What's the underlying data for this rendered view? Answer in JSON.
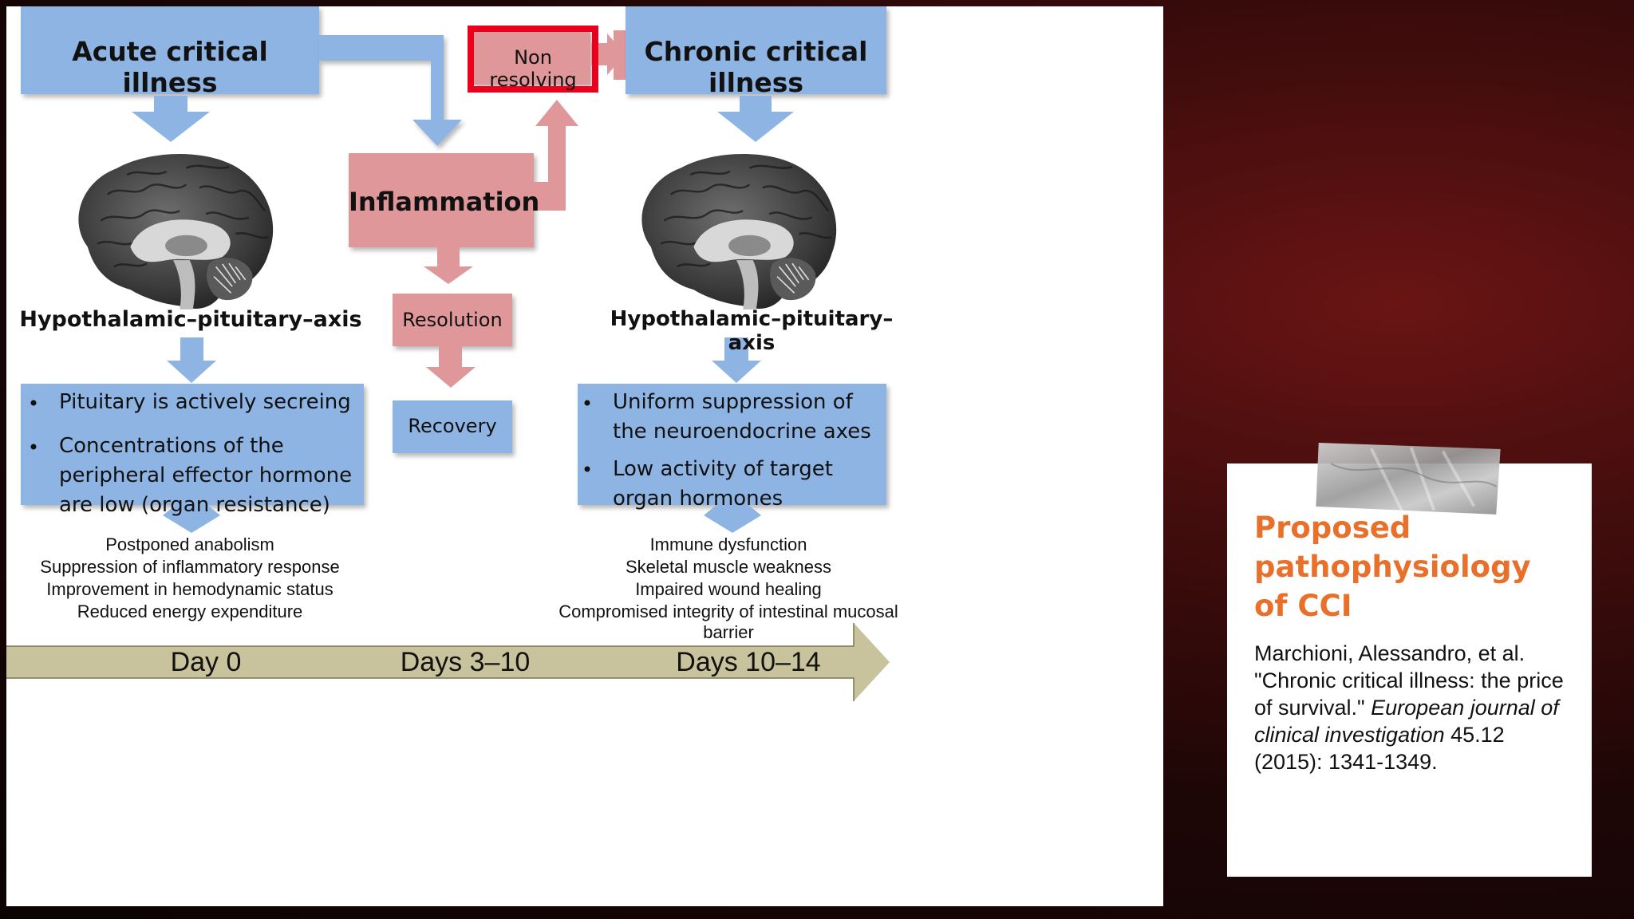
{
  "diagram": {
    "acute_title": "Acute critical illness",
    "chronic_title": "Chronic critical illness",
    "non_resolving": "Non resolving",
    "inflammation": "Inflammation",
    "resolution": "Resolution",
    "recovery": "Recovery",
    "hpa_left": "Hypothalamic–pituitary–axis",
    "hpa_right": "Hypothalamic–pituitary–axis",
    "left_bullets": [
      "Pituitary is actively secreing",
      "Concentrations of the peripheral effector hormone are low (organ resistance)"
    ],
    "right_bullets": [
      "Uniform suppression of the neuroendocrine axes",
      "Low activity of target organ hormones"
    ],
    "left_outcomes": [
      "Postponed anabolism",
      "Suppression of inflammatory response",
      "Improvement in hemodynamic status",
      "Reduced energy expenditure"
    ],
    "right_outcomes": [
      "Immune dysfunction",
      "Skeletal muscle weakness",
      "Impaired wound healing",
      "Compromised integrity of intestinal mucosal barrier"
    ],
    "timeline": [
      "Day 0",
      "Days 3–10",
      "Days 10–14"
    ]
  },
  "card": {
    "title": "Proposed pathophysiology of CCI",
    "citation_plain": "Marchioni, Alessandro, et al. \"Chronic critical illness: the price of survival.\" ",
    "citation_italic": "European journal of clinical investigation",
    "citation_tail": " 45.12 (2015): 1341-1349."
  },
  "colors": {
    "blue_box": "#8eb4e3",
    "pink_box": "#e0979a",
    "highlight": "#e8001c",
    "timeline": "#c8c39c",
    "title_orange": "#e8702a"
  },
  "icons": [
    "brain-icon",
    "tape-icon"
  ]
}
